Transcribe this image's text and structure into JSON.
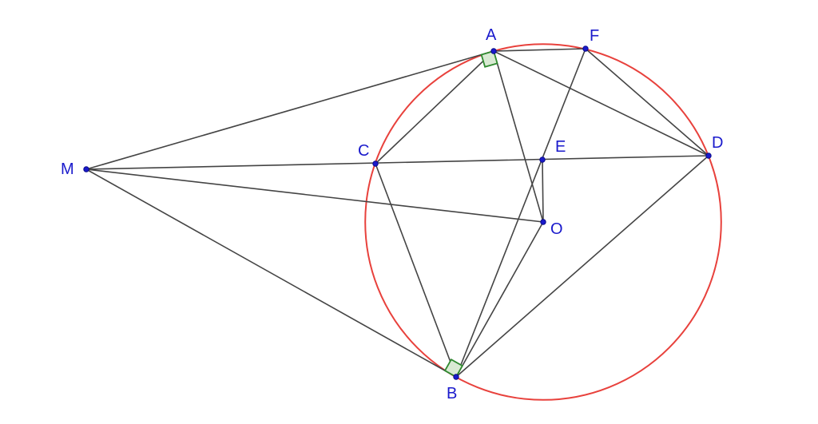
{
  "colors": {
    "circle": "#e8413c",
    "segment": "#444444",
    "point": "#1a1acc",
    "label": "#1a1acc",
    "right_angle_stroke": "#2f8a2f",
    "right_angle_fill": "#d9ead3"
  },
  "points": [
    {
      "id": "A",
      "label": "A"
    },
    {
      "id": "F",
      "label": "F"
    },
    {
      "id": "C",
      "label": "C"
    },
    {
      "id": "E",
      "label": "E"
    },
    {
      "id": "D",
      "label": "D"
    },
    {
      "id": "M",
      "label": "M"
    },
    {
      "id": "O",
      "label": "O"
    },
    {
      "id": "B",
      "label": "B"
    }
  ],
  "segments": [
    [
      "M",
      "A"
    ],
    [
      "M",
      "B"
    ],
    [
      "M",
      "D"
    ],
    [
      "M",
      "O"
    ],
    [
      "A",
      "F"
    ],
    [
      "A",
      "C"
    ],
    [
      "A",
      "O"
    ],
    [
      "A",
      "D"
    ],
    [
      "F",
      "D"
    ],
    [
      "F",
      "B"
    ],
    [
      "C",
      "B"
    ],
    [
      "E",
      "O"
    ],
    [
      "D",
      "B"
    ],
    [
      "O",
      "B"
    ]
  ],
  "circle": {
    "center": "O",
    "through": "A"
  },
  "right_angles": [
    {
      "vertex": "A",
      "arm1": "M",
      "arm2": "O"
    },
    {
      "vertex": "B",
      "arm1": "M",
      "arm2": "O"
    }
  ]
}
